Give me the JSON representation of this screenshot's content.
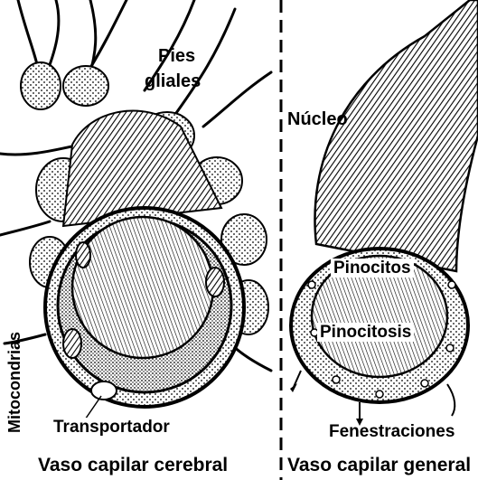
{
  "labels": {
    "pies": "Pies",
    "gliales": "gliales",
    "nucleo": "Núcleo",
    "pinocitos": "Pinocitos",
    "pinocitosis": "Pinocitosis",
    "mitocondrias": "Mitocondrias",
    "transportador": "Transportador",
    "fenestraciones": "Fenestraciones"
  },
  "captions": {
    "left": "Vaso capilar cerebral",
    "right": "Vaso capilar general"
  }
}
